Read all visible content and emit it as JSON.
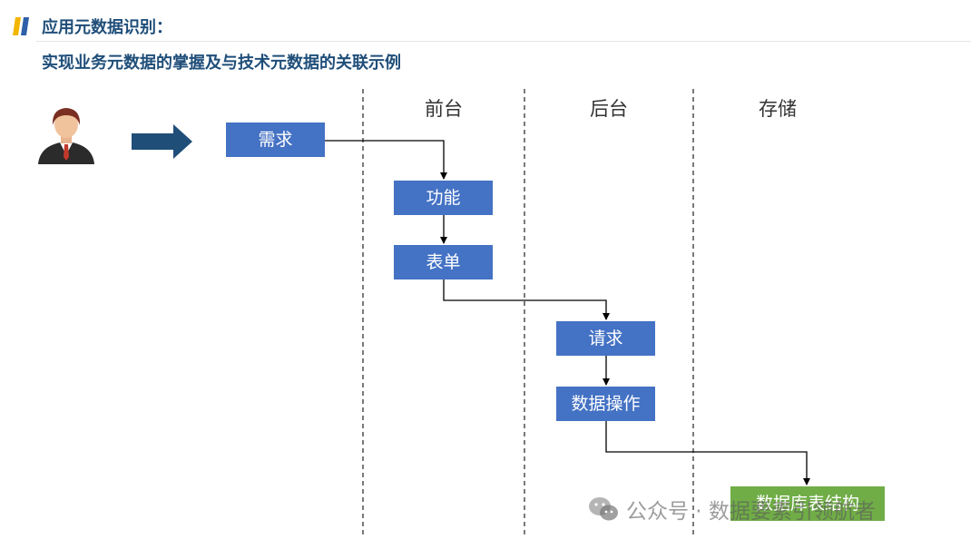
{
  "header": {
    "title": "应用元数据识别：",
    "subtitle": "实现业务元数据的掌握及与技术元数据的关联示例"
  },
  "lanes": [
    "前台",
    "后台",
    "存储"
  ],
  "nodes": {
    "need": "需求",
    "function": "功能",
    "form": "表单",
    "request": "请求",
    "data_op": "数据操作",
    "db_structure": "数据库表结构"
  },
  "colors": {
    "node_blue": "#4472c4",
    "node_green": "#70ad47",
    "title": "#1f4e79",
    "arrow": "#1f4e79"
  },
  "icons": [
    "person-icon",
    "right-arrow-icon",
    "wechat-icon"
  ],
  "watermark": "公众号 · 数据要素引领航者"
}
